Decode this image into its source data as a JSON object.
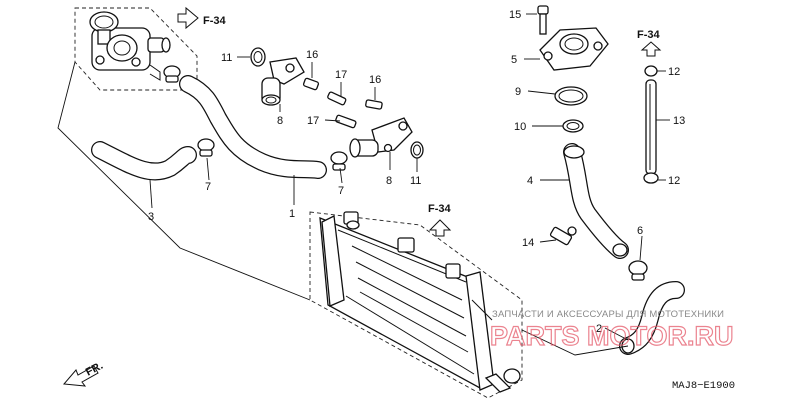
{
  "diagram": {
    "parts": {
      "1": "1",
      "2": "2",
      "3": "3",
      "4": "4",
      "5": "5",
      "6": "6",
      "7": "7",
      "8": "8",
      "9": "9",
      "10": "10",
      "11": "11",
      "12": "12",
      "13": "13",
      "14": "14",
      "15": "15",
      "16": "16",
      "17": "17"
    },
    "references": {
      "top": "F-34",
      "middle": "F-34",
      "right": "F-34"
    },
    "direction_label": "FR.",
    "diagram_code": "MAJ8−E1900"
  },
  "watermark": {
    "tagline": "ЗАПЧАСТИ И АКСЕССУАРЫ ДЛЯ МОТОТЕХНИКИ",
    "logo": "PARTS MOTOR.RU"
  }
}
